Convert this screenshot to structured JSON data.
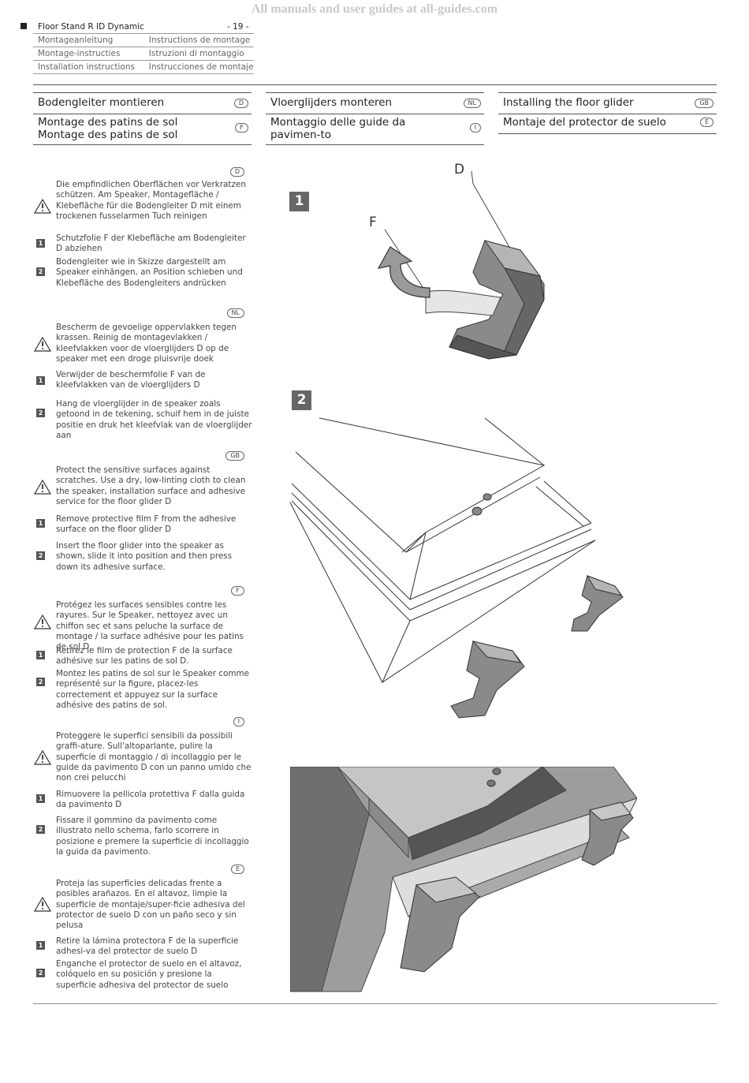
{
  "watermark": "All manuals and user guides at all-guides.com",
  "header": {
    "product": "Floor Stand R ID Dynamic",
    "page": "- 19 -",
    "rows": [
      [
        "Montageanleitung",
        "Instructions de montage"
      ],
      [
        "Montage-instructies",
        "Istruzioni di montaggio"
      ],
      [
        "Installation instructions",
        "Instrucciones de montaje"
      ]
    ]
  },
  "titles": [
    {
      "text": "Bodengleiter montieren",
      "lang": "D"
    },
    {
      "text": "Vloerglijders monteren",
      "lang": "NL"
    },
    {
      "text": "Installing the floor glider",
      "lang": "GB"
    },
    {
      "text": "Montage des patins de sol Montage des patins de sol",
      "lang": "F"
    },
    {
      "text": "Montaggio delle guide da pavimen-to",
      "lang": "I"
    },
    {
      "text": "Montaje del protector de suelo",
      "lang": "E"
    }
  ],
  "sections": [
    {
      "lang": "D",
      "warning": "Die empfindlichen Oberflächen vor Verkratzen schützen. Am Speaker, Montagefläche / Klebefläche für die Bodengleiter  D mit einem trockenen fusselarmen Tuch reinigen",
      "step1": "Schutzfolie F der Klebefläche am Bodengleiter D abziehen",
      "step2": "Bodengleiter wie in Skizze dargestellt am Speaker einhängen, an Position schieben und Klebefläche des Bodengleiters andrücken"
    },
    {
      "lang": "NL",
      "warning": "Bescherm de gevoelige oppervlakken tegen krassen. Reinig de montagevlakken / kleefvlakken voor de vloerglijders D op de speaker met een droge pluisvrije doek",
      "step1": "Verwijder de beschermfolie F van de kleefvlakken van de vloerglijders D",
      "step2": "Hang de vloerglijder in de speaker zoals getoond in de tekening, schuif hem in de juiste positie en druk het kleefvlak van de vloerglijder aan"
    },
    {
      "lang": "GB",
      "warning": "Protect the sensitive surfaces against scratches. Use a dry, low-linting cloth to clean the speaker, installation surface and adhesive service for the floor glider D",
      "step1": "Remove protective film F from the adhesive surface on the floor glider D",
      "step2": "Insert the floor glider into the speaker as shown, slide it into position and then press down its adhesive surface."
    },
    {
      "lang": "F",
      "warning": "Protégez les surfaces sensibles contre les rayures. Sur le Speaker, nettoyez avec un chiffon sec et sans peluche la surface de montage / la surface adhésive pour les patins de sol D.",
      "step1": "Retirez le film de protection F de la surface adhésive sur les patins de sol D.",
      "step2": "Montez les patins de sol sur le Speaker comme représenté sur la figure, placez-les correctement et appuyez sur la surface adhésive des patins de sol."
    },
    {
      "lang": "I",
      "warning": "Proteggere le superfici sensibili da possibili graffi-ature. Sull'altoparlante, pulire la superficie di montaggio / di incollaggio per le guide da pavimento D con un panno umido che non crei pelucchi",
      "step1": "Rimuovere la pellicola protettiva F dalla guida da pavimento D",
      "step2": "Fissare il gommino da pavimento come illustrato nello schema, farlo scorrere in posizione e premere la superficie di incollaggio la guida da pavimento."
    },
    {
      "lang": "E",
      "warning": "Proteja las superficies delicadas frente a posibles arañazos. En el altavoz, limpie la superficie de montaje/super-ficie adhesiva del protector de suelo D con un paño seco y sin pelusa",
      "step1": "Retire la lámina protectora F de la superficie adhesi-va del protector de suelo D",
      "step2": "Enganche el protector de suelo en el altavoz, colóquelo en su posición y presione la superficie adhesiva del protector de suelo"
    }
  ],
  "step_numbers": [
    "1",
    "2"
  ],
  "figures": {
    "fig1_number": "1",
    "fig2_number": "2",
    "label_d": "D",
    "label_f": "F"
  },
  "colors": {
    "gray_dark": "#555555",
    "gray_mid": "#8a8a8a",
    "gray_light": "#b5b5b5"
  }
}
